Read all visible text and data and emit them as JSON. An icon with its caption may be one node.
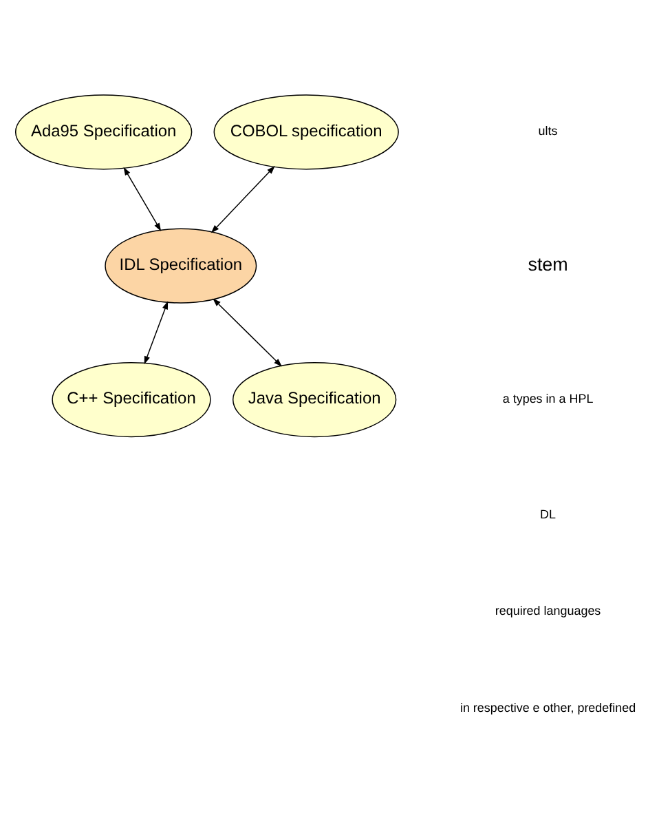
{
  "diagram": {
    "nodes": [
      {
        "text": [
          "Ada95 Specification"
        ]
      },
      {
        "text": [
          "COBOL specification"
        ]
      },
      {
        "text": [
          "IDL Specification"
        ]
      },
      {
        "text": [
          "Java Specification"
        ]
      },
      {
        "text": [
          "C++ Specification"
        ]
      }
    ],
    "edges": [
      {
        "from": 0,
        "to": 2,
        "arrow": "both"
      },
      {
        "from": 1,
        "to": 2,
        "arrow": "both"
      },
      {
        "from": 3,
        "to": 2,
        "arrow": "both"
      },
      {
        "from": 2,
        "to": 4,
        "arrow": "both"
      }
    ],
    "labels": [
      "ults",
      "stem",
      "a types in a HPL",
      "DL",
      "required languages",
      "in respective e other, predefined"
    ]
  }
}
